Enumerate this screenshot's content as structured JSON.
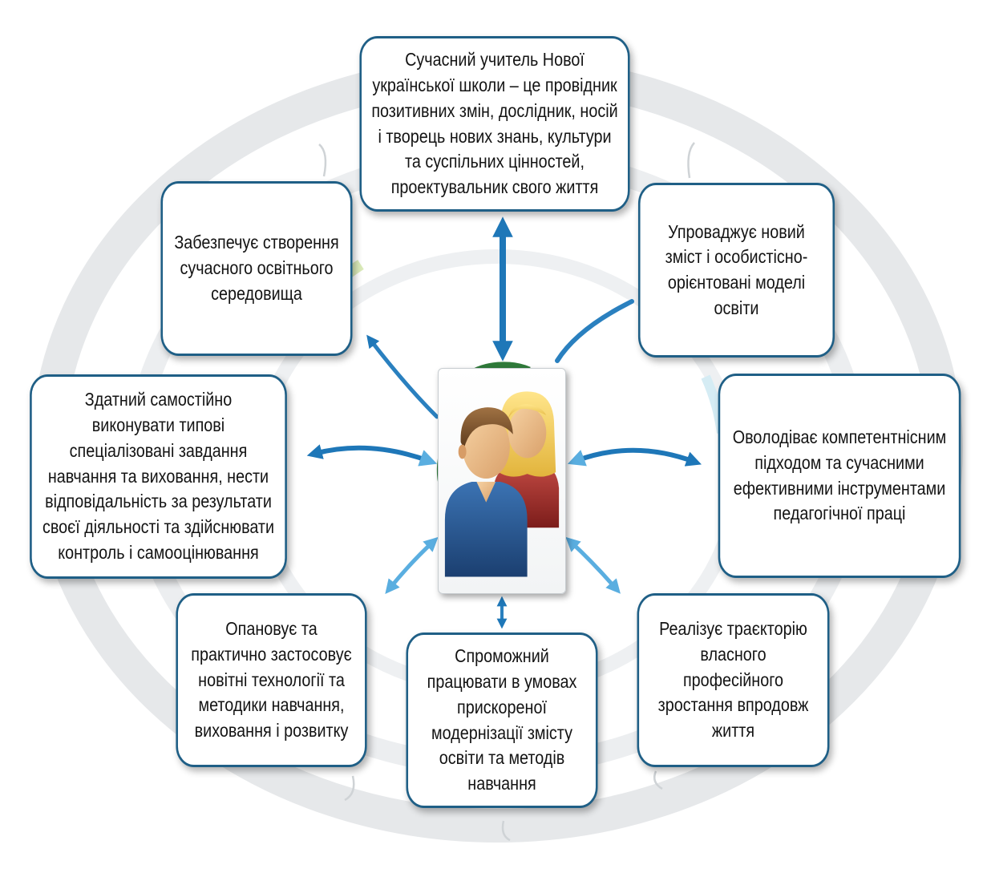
{
  "center": {
    "icon": "people-icon"
  },
  "boxes": {
    "top": "Сучасний учитель Нової української школи – це провідник позитивних змін, дослідник, носій і творець нових знань, культури та суспільних цінностей, проектувальник свого життя",
    "upper_left": "Забезпечує створення сучасного освітнього середовища",
    "upper_right": "Упроваджує новий зміст і особистісно-орієнтовані моделі освіти",
    "left": "Здатний самостійно виконувати типові спеціалізовані завдання навчання та виховання, нести відповідальність за результати своєї діяльності та здійснювати контроль і самооцінювання",
    "right": "Оволодіває компетентнісним підходом та сучасними ефективними інструментами педагогічної праці",
    "lower_left": "Опановує та практично застосовує новітні технології та методики навчання,  виховання і розвитку",
    "bottom": "Спроможний працювати в умовах прискореної модернізації змісту освіти та методів навчання",
    "lower_right": "Реалізує траєкторію власного професійного зростання впродовж життя"
  },
  "colors": {
    "box_border": "#1f5f86",
    "arrow_dark": "#1e77b8",
    "arrow_light": "#5aaee0",
    "ring": "#e4e6e8",
    "ring_green": "#d6e9b4"
  }
}
